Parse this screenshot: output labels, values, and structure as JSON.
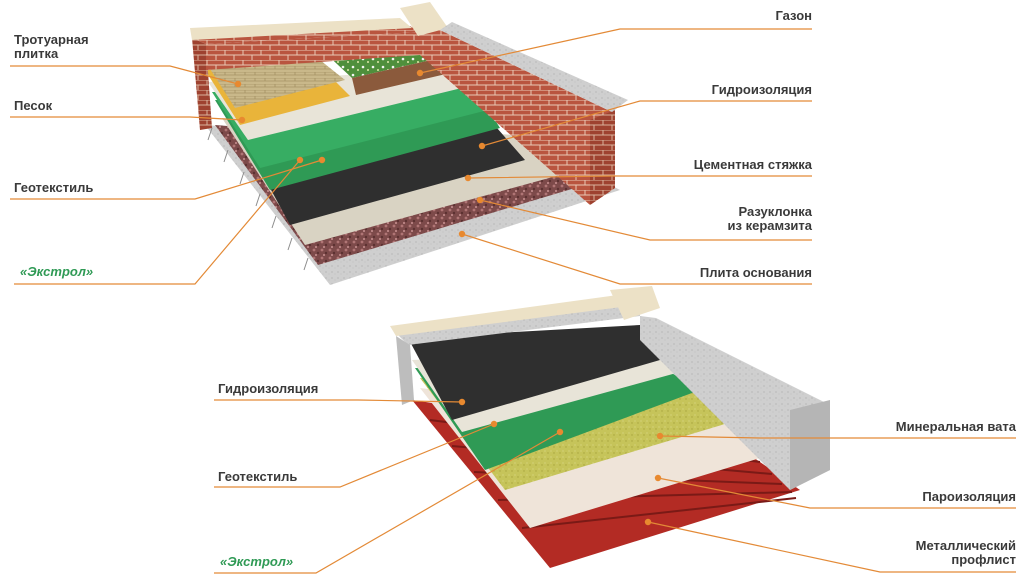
{
  "colors": {
    "leader": "#e38a37",
    "dot": "#e8892f",
    "brand": "#2f9a55",
    "text": "#3a3a3a",
    "brick": "#b9553f",
    "green": "#2f9a55",
    "gravel": "#7d4a4a",
    "membrane": "#2f2f2f",
    "steel": "#b32b24",
    "wool": "#c6c45a"
  },
  "top": {
    "labels": {
      "tile": "Тротуарная\nплитка",
      "sand": "Песок",
      "geotextile": "Геотекстиль",
      "brand": "«Экстрол»",
      "lawn": "Газон",
      "waterproofing": "Гидроизоляция",
      "screed": "Цементная стяжка",
      "slope": "Разуклонка\nиз керамзита",
      "base": "Плита основания"
    }
  },
  "bottom": {
    "labels": {
      "waterproofing": "Гидроизоляция",
      "geotextile": "Геотекстиль",
      "brand": "«Экстрол»",
      "wool": "Минеральная вата",
      "vapor": "Пароизоляция",
      "deck": "Металлический\nпрофлист"
    }
  }
}
